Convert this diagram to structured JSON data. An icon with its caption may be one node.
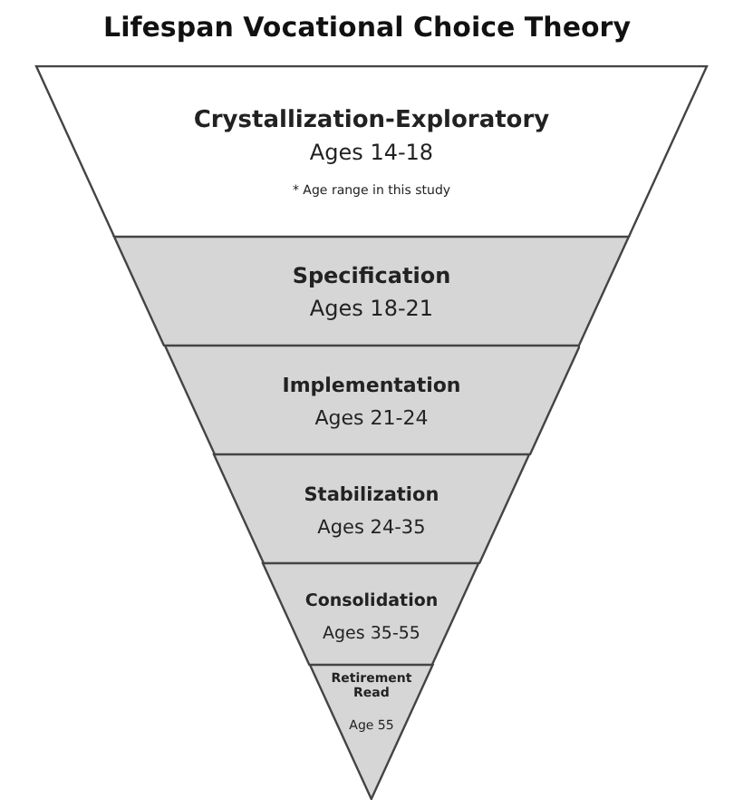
{
  "diagram": {
    "title": "Lifespan Vocational Choice Theory",
    "nodes": [
      {
        "text": [
          "Crystallization-Exploratory",
          "Ages 14-18",
          "* Age range in this study"
        ]
      },
      {
        "text": [
          "Specification",
          "Ages 18-21"
        ]
      },
      {
        "text": [
          "Implementation",
          "Ages 21-24"
        ]
      },
      {
        "text": [
          "Stabilization",
          "Ages 24-35"
        ]
      },
      {
        "text": [
          "Consolidation",
          "Ages 35-55"
        ]
      },
      {
        "text": [
          "Retirement Read",
          "Age 55"
        ]
      }
    ]
  }
}
